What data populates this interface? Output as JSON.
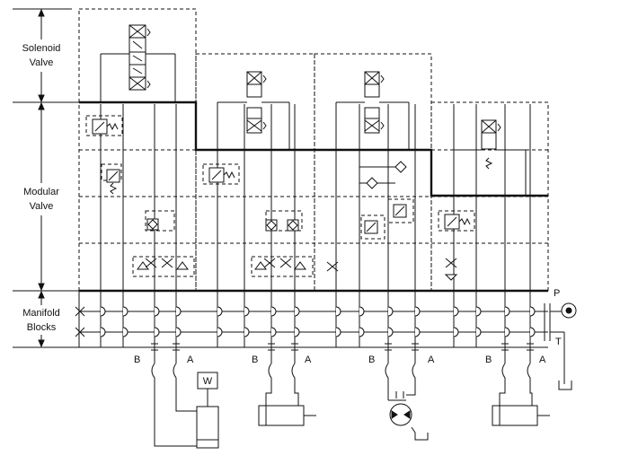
{
  "sections": {
    "solenoid_valve": [
      "Solenoid",
      "Valve"
    ],
    "modular_valve": [
      "Modular",
      "Valve"
    ],
    "manifold_blocks": [
      "Manifold",
      "Blocks"
    ]
  },
  "ports": {
    "pressure": "P",
    "tank": "T",
    "b": "B",
    "a": "A",
    "weight": "W"
  },
  "colors": {
    "line": "#111111",
    "background": "#ffffff"
  }
}
